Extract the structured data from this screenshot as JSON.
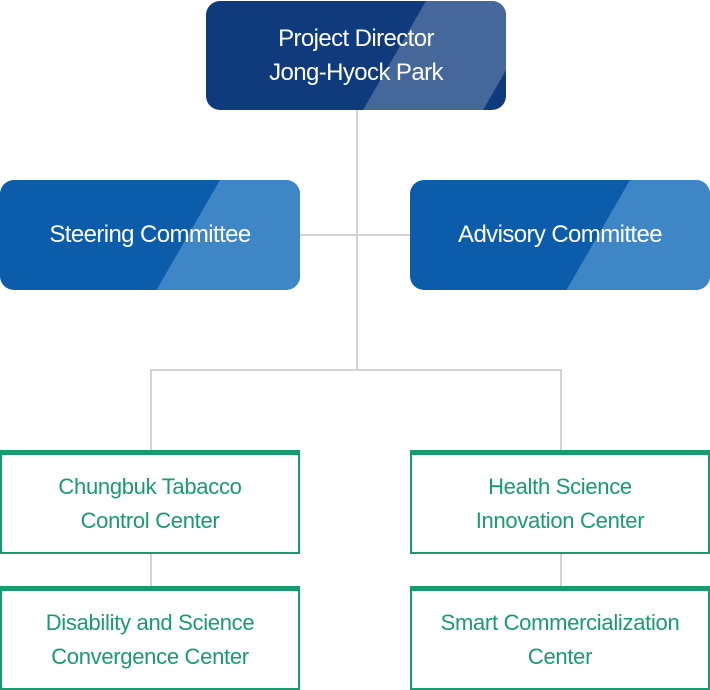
{
  "colors": {
    "director": "#0f3a7c",
    "committee": "#0b5cab",
    "center": "#1a9a6f",
    "connector": "#d3d3d3"
  },
  "director": {
    "title": "Project Director",
    "name": "Jong-Hyock Park"
  },
  "committees": {
    "steering": "Steering Committee",
    "advisory": "Advisory Committee"
  },
  "centers": {
    "tabacco": [
      "Chungbuk Tabacco",
      "Control Center"
    ],
    "health": [
      "Health Science",
      "Innovation Center"
    ],
    "disability": [
      "Disability and Science",
      "Convergence Center"
    ],
    "smart": [
      "Smart Commercialization",
      "Center"
    ]
  }
}
